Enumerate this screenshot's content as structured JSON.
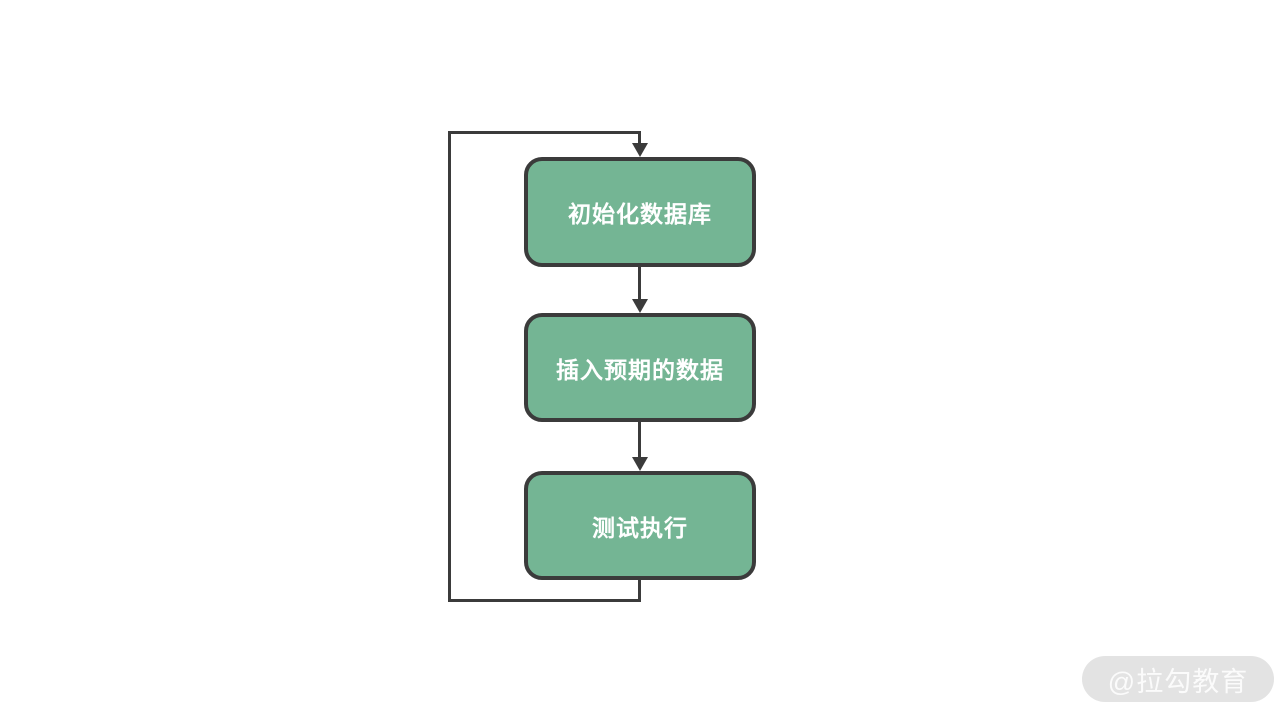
{
  "diagram": {
    "type": "flowchart",
    "background_color": "#ffffff",
    "nodes": [
      {
        "id": "init-db",
        "label": "初始化数据库"
      },
      {
        "id": "insert-expected-data",
        "label": "插入预期的数据"
      },
      {
        "id": "test-execution",
        "label": "测试执行"
      }
    ],
    "edges": [
      {
        "from": "init-db",
        "to": "insert-expected-data",
        "arrow": "down"
      },
      {
        "from": "insert-expected-data",
        "to": "test-execution",
        "arrow": "down"
      },
      {
        "from": "test-execution",
        "to": "init-db",
        "arrow": "down",
        "style": "loop-back-left"
      }
    ],
    "colors": {
      "node_fill": "#74b594",
      "node_border": "#3b3b3b",
      "node_text": "#ffffff",
      "line": "#3b3b3b"
    }
  },
  "watermark": {
    "label": "@拉勾教育",
    "bg_color": "#e3e3e3",
    "text_color": "#fbfbfb"
  }
}
